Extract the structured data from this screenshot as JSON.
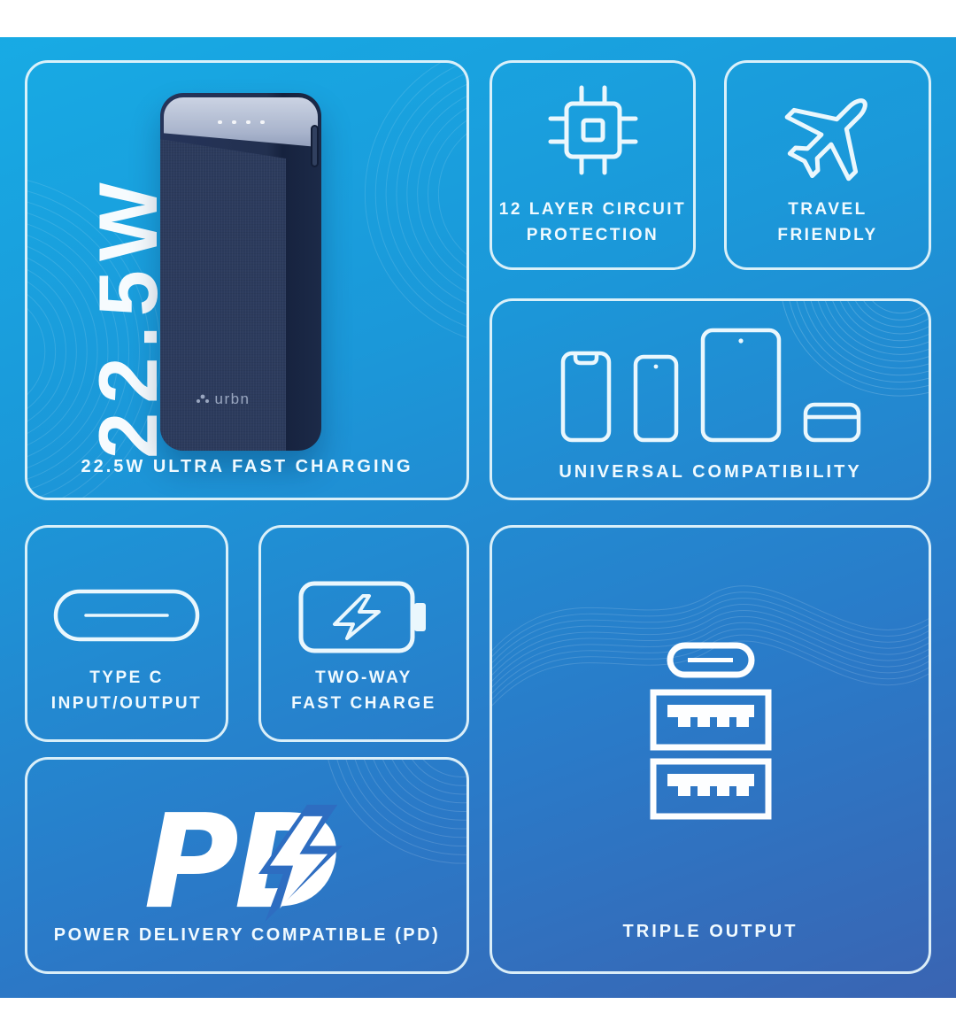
{
  "colors": {
    "background_gradient_start": "#17ACE5",
    "background_gradient_end": "#3B63B1",
    "card_border": "#E4F4FB",
    "caption_text": "#F0FAFF",
    "icon_stroke": "#EAF7FD",
    "powerbank_body": "#22304F",
    "powerbank_front": "#2C3B5D",
    "powerbank_top_strip": "#B7C0D4",
    "pd_cutout_blue": "#2E6DC1",
    "top_bottom_bar": "#FFFFFF"
  },
  "brand": {
    "device_logo": "urbn"
  },
  "cards": {
    "fast_charging": {
      "watt_vertical": "22.5W",
      "caption": "22.5W ULTRA FAST CHARGING"
    },
    "circuit_protection": {
      "line1": "12 LAYER CIRCUIT",
      "line2": "PROTECTION",
      "icon": "chip-icon"
    },
    "travel_friendly": {
      "line1": "TRAVEL",
      "line2": "FRIENDLY",
      "icon": "airplane-icon"
    },
    "universal_compatibility": {
      "caption": "UNIVERSAL COMPATIBILITY",
      "icons": [
        "phone-notch-icon",
        "phone-punchhole-icon",
        "tablet-icon",
        "earbuds-case-icon"
      ]
    },
    "type_c": {
      "line1": "TYPE C",
      "line2": "INPUT/OUTPUT",
      "icon": "usb-c-connector-icon"
    },
    "two_way": {
      "line1": "TWO-WAY",
      "line2": "FAST CHARGE",
      "icon": "battery-bolt-icon"
    },
    "triple_output": {
      "caption": "TRIPLE OUTPUT",
      "icon": "usb-ports-stack-icon"
    },
    "pd": {
      "logo_text": "PD",
      "caption": "POWER DELIVERY COMPATIBLE (PD)",
      "icon": "pd-lightning-logo"
    }
  }
}
